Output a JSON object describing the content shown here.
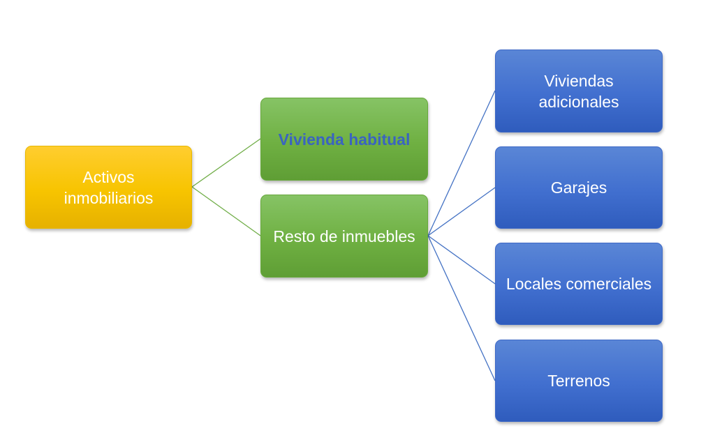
{
  "diagram": {
    "root": {
      "label": "Activos inmobiliarios",
      "lines": [
        "Activos",
        "inmobiliarios"
      ],
      "color": "#f7c400"
    },
    "level2": [
      {
        "label": "Vivienda habitual",
        "lines": [
          "Vivienda habitual"
        ],
        "color": "#70ad47",
        "text_color": "#3a64c0",
        "bold": true
      },
      {
        "label": "Resto de inmuebles",
        "lines": [
          "Resto de inmuebles"
        ],
        "color": "#70ad47",
        "text_color": "#ffffff",
        "bold": false
      }
    ],
    "level3": [
      {
        "label": "Viviendas adicionales",
        "lines": [
          "Viviendas",
          "adicionales"
        ],
        "color": "#4472c4"
      },
      {
        "label": "Garajes",
        "lines": [
          "Garajes"
        ],
        "color": "#4472c4"
      },
      {
        "label": "Locales comerciales",
        "lines": [
          "Locales comerciales"
        ],
        "color": "#4472c4"
      },
      {
        "label": "Terrenos",
        "lines": [
          "Terrenos"
        ],
        "color": "#4472c4"
      }
    ],
    "connector_colors": {
      "root_to_level2": "#70ad47",
      "level2_to_level3": "#4472c4"
    }
  }
}
